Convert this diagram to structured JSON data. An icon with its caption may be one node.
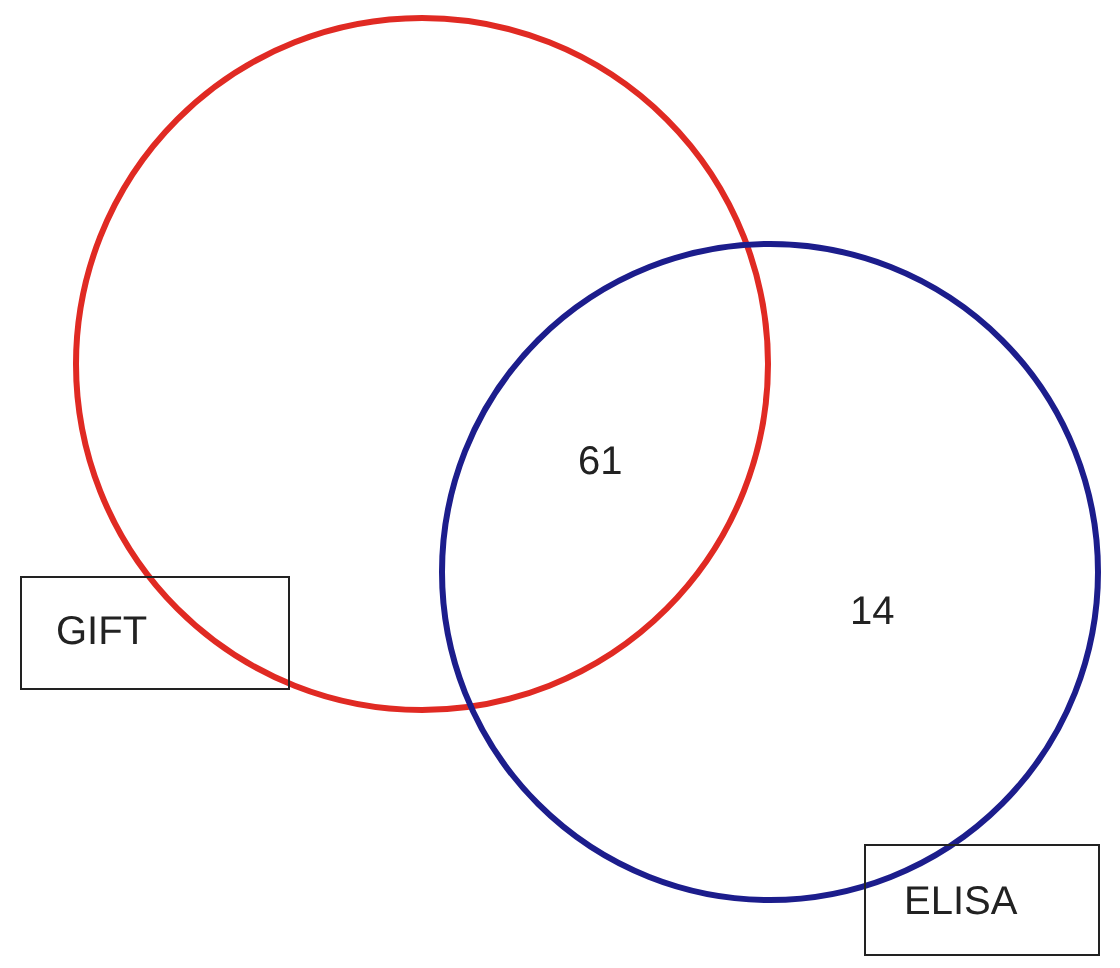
{
  "diagram": {
    "nodes": [
      {
        "text": [],
        "shape": "circle"
      },
      {
        "text": [
          "GIFT"
        ]
      },
      {
        "text": [
          "14"
        ]
      },
      {
        "text": [
          "ELISA"
        ]
      }
    ],
    "labels": [
      "61"
    ]
  }
}
